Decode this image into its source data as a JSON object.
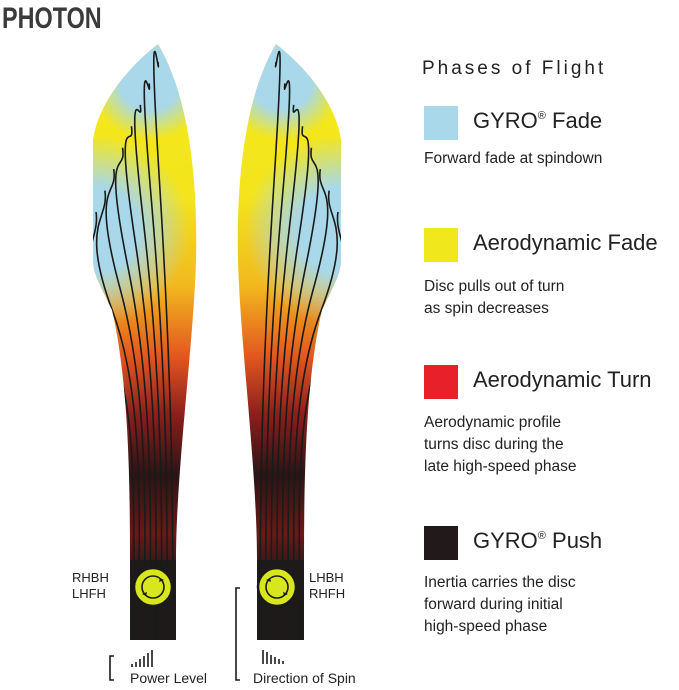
{
  "brand_title": "PHOTON",
  "legend": {
    "header": "Phases of Flight",
    "phases": [
      {
        "name": "GYRO",
        "mark": "®",
        "suffix": " Fade",
        "color": "#a8d8ea",
        "desc": [
          "Forward fade at spindown"
        ]
      },
      {
        "name": "Aerodynamic Fade",
        "mark": "",
        "suffix": "",
        "color": "#f0e81c",
        "desc": [
          "Disc pulls out of turn",
          "as spin decreases"
        ]
      },
      {
        "name": "Aerodynamic Turn",
        "mark": "",
        "suffix": "",
        "color": "#e8202a",
        "desc": [
          "Aerodynamic profile",
          "turns disc during the",
          "late high-speed phase"
        ]
      },
      {
        "name": "GYRO",
        "mark": "®",
        "suffix": " Push",
        "color": "#221a1a",
        "desc": [
          "Inertia carries the disc",
          "forward during initial",
          "high-speed phase"
        ]
      }
    ]
  },
  "throws": {
    "left": {
      "line1": "RHBH",
      "line2": "LHFH",
      "spin_icon": "clockwise-spin-icon"
    },
    "right": {
      "line1": "LHBH",
      "line2": "RHFH",
      "spin_icon": "counterclockwise-spin-icon"
    }
  },
  "captions": {
    "power": "Power Level",
    "spin": "Direction of Spin"
  }
}
